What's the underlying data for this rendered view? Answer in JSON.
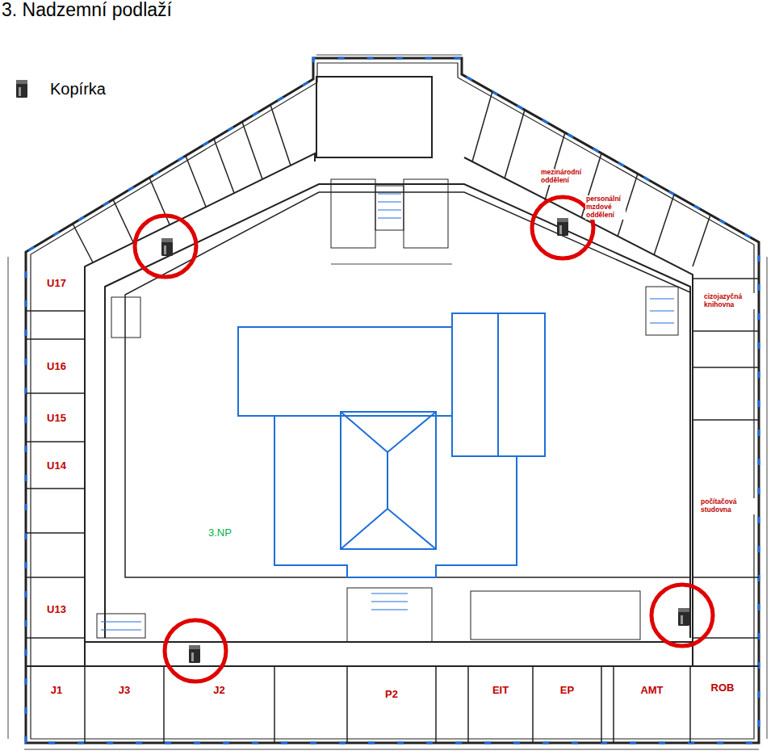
{
  "diagram": {
    "title": "3. Nadzemní podlaží",
    "nodes": [
      {
        "text": [
          "mezinárodní oddělení"
        ]
      },
      {
        "text": [
          "personální mzdové oddělení"
        ]
      },
      {
        "text": [
          "U17"
        ]
      },
      {
        "text": [
          "cizojazyčná knihovna"
        ]
      },
      {
        "text": [
          "U16"
        ]
      },
      {
        "text": [
          "U15"
        ]
      },
      {
        "text": [
          "U14"
        ]
      },
      {
        "text": [
          "počítačová studovna"
        ]
      },
      {
        "text": [
          "U13"
        ]
      },
      {
        "text": [
          "J1"
        ]
      },
      {
        "text": [
          "J3"
        ]
      },
      {
        "text": [
          "J2"
        ]
      },
      {
        "text": [
          "P2"
        ]
      },
      {
        "text": [
          "EIT"
        ]
      },
      {
        "text": [
          "EP"
        ]
      },
      {
        "text": [
          "AMT"
        ]
      },
      {
        "text": [
          "ROB"
        ]
      }
    ],
    "labels": [
      "3.NP"
    ],
    "legend": [
      {
        "text": "Kopírka"
      }
    ]
  }
}
